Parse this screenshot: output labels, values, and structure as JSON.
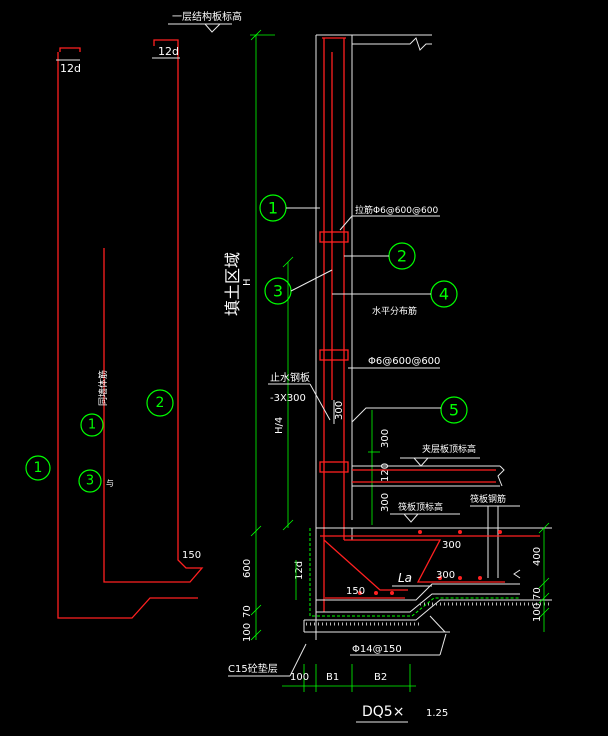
{
  "labels": {
    "slab_level_1": "一层结构板标高",
    "twelve_d_a": "12d",
    "twelve_d_b": "12d",
    "fill_zone": "填土区域",
    "h_dim": "H",
    "h4_dim": "H/4",
    "rebar_stirrup": "拉筋Φ6@600@600",
    "horiz_dist": "水平分布筋",
    "phi6": "Φ6@600@600",
    "waterstop": "止水钢板",
    "waterstop_size": "-3X300",
    "dim_300_v": "300",
    "dim_300_a": "300",
    "dim_120": "120",
    "dim_300_b": "300",
    "sandwich_top": "夹层板顶标高",
    "base_top": "筏板顶标高",
    "raft_rebar": "筏板钢筋",
    "dim_300_h": "300",
    "dim_300_h2": "300",
    "la": "La",
    "dim_400": "400",
    "dim_12d": "12d",
    "dim_600": "600",
    "dim_70_l": "70",
    "dim_100_l": "100",
    "dim_70_r": "70",
    "dim_100_r": "100",
    "dim_150": "150",
    "dim_150_l": "150",
    "phi14": "Φ14@150",
    "c15": "C15砼垫层",
    "b_100": "100",
    "b1": "B1",
    "b2": "B2",
    "title": "DQ5×",
    "scale": "1.25",
    "connect_rebar": "同墙体筋",
    "sub_label": "与"
  },
  "callouts": {
    "c1_top": "1",
    "c2": "2",
    "c3": "3",
    "c4": "4",
    "c5": "5",
    "c1_left_a": "1",
    "c1_left_b": "1",
    "c2_left": "2",
    "c3_left": "3"
  }
}
